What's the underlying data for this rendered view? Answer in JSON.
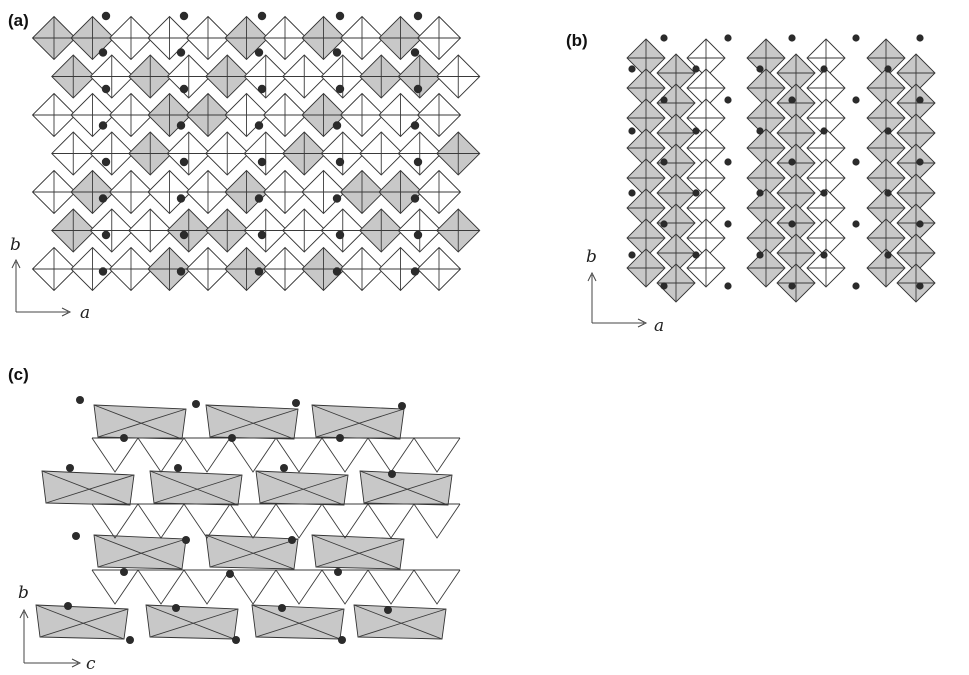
{
  "panels": [
    {
      "id": "a",
      "label": "(a)",
      "axes": {
        "vertical": "b",
        "horizontal": "a"
      }
    },
    {
      "id": "b",
      "label": "(b)",
      "axes": {
        "vertical": "b",
        "horizontal": "a"
      }
    },
    {
      "id": "c",
      "label": "(c)",
      "axes": {
        "vertical": "b",
        "horizontal": "c"
      }
    }
  ],
  "colors": {
    "shaded_polyhedra": "#c8c8c8",
    "edges": "#333333",
    "atoms": "#2b2b2b",
    "background": "#ffffff"
  }
}
